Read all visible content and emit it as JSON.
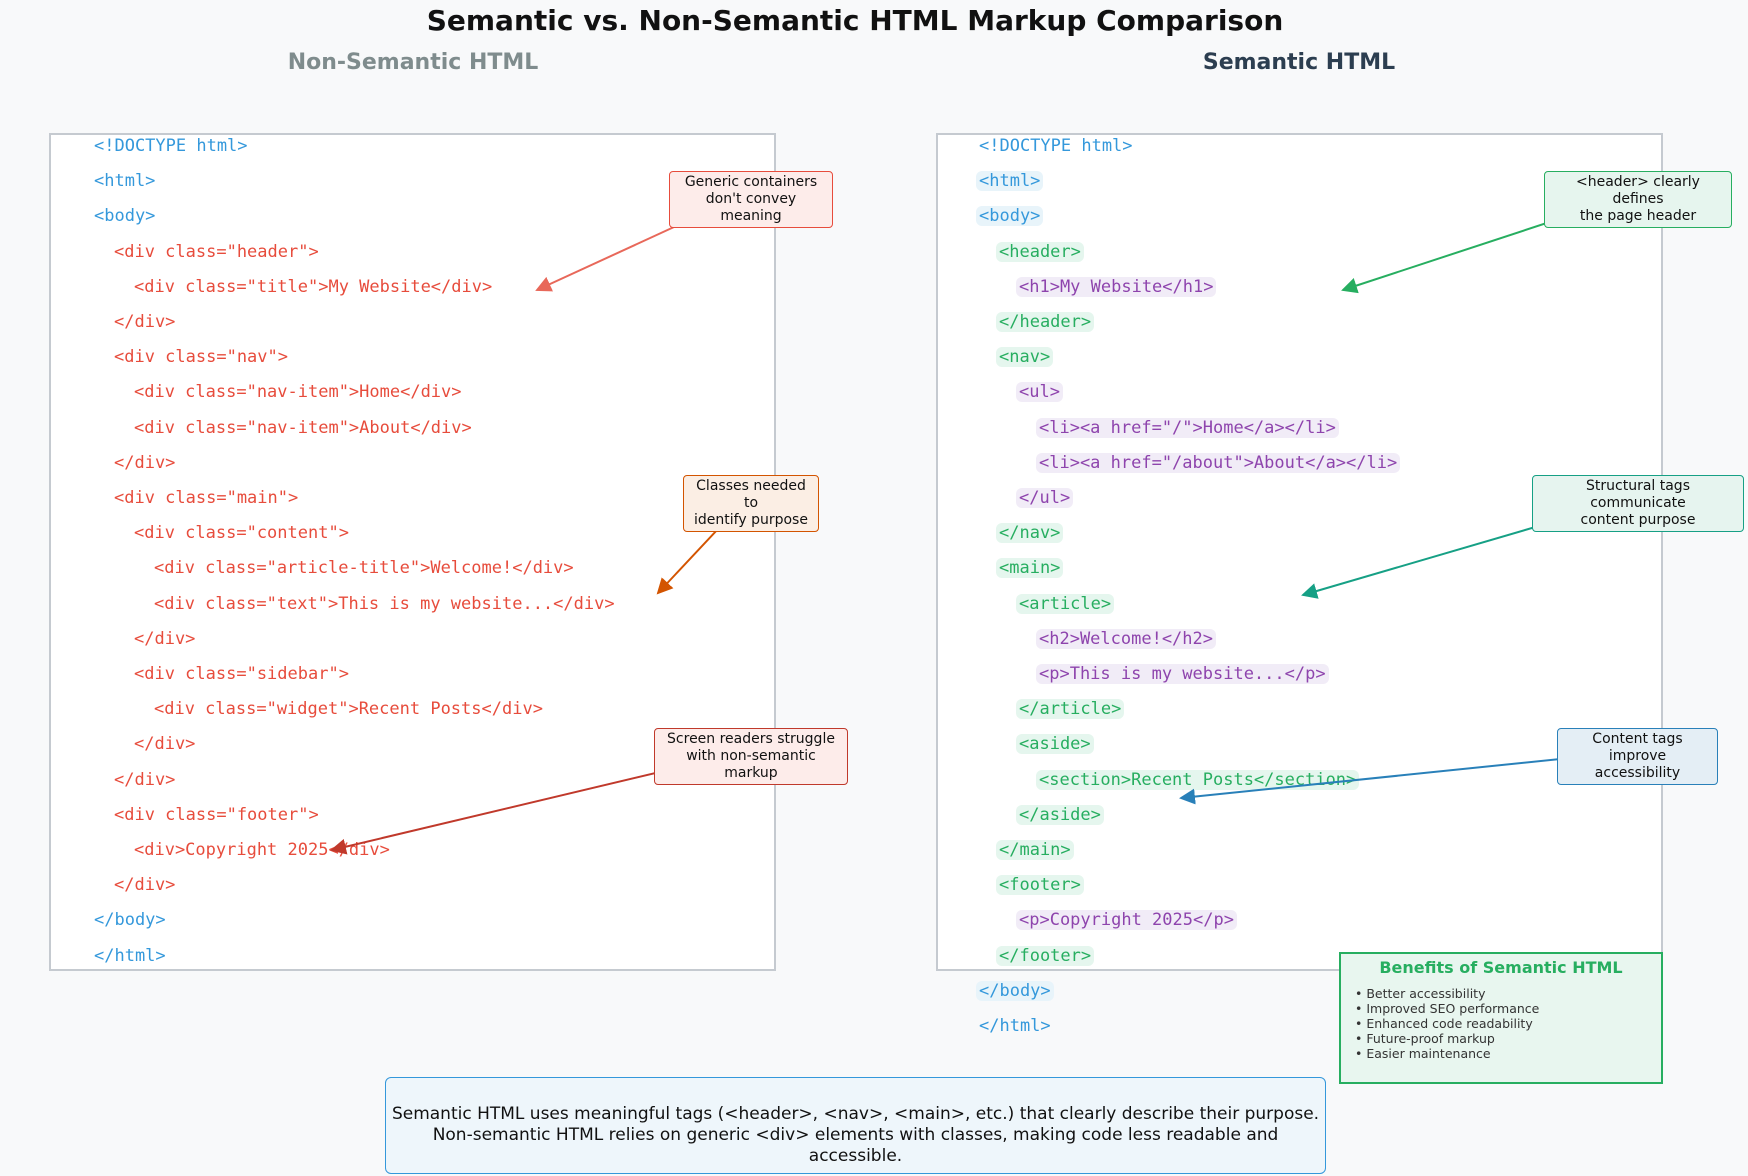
{
  "title": "Semantic vs. Non-Semantic HTML Markup Comparison",
  "left_heading": "Non-Semantic HTML",
  "right_heading": "Semantic HTML",
  "non_semantic_code": [
    {
      "text": "<!DOCTYPE html>",
      "indent": 0,
      "color": "blue"
    },
    {
      "text": "<html>",
      "indent": 0,
      "color": "blue"
    },
    {
      "text": "<body>",
      "indent": 0,
      "color": "blue"
    },
    {
      "text": "<div class=\"header\">",
      "indent": 1,
      "color": "red"
    },
    {
      "text": "<div class=\"title\">My Website</div>",
      "indent": 2,
      "color": "red"
    },
    {
      "text": "</div>",
      "indent": 1,
      "color": "red"
    },
    {
      "text": "<div class=\"nav\">",
      "indent": 1,
      "color": "red"
    },
    {
      "text": "<div class=\"nav-item\">Home</div>",
      "indent": 2,
      "color": "red"
    },
    {
      "text": "<div class=\"nav-item\">About</div>",
      "indent": 2,
      "color": "red"
    },
    {
      "text": "</div>",
      "indent": 1,
      "color": "red"
    },
    {
      "text": "<div class=\"main\">",
      "indent": 1,
      "color": "red"
    },
    {
      "text": "<div class=\"content\">",
      "indent": 2,
      "color": "red"
    },
    {
      "text": "<div class=\"article-title\">Welcome!</div>",
      "indent": 3,
      "color": "red"
    },
    {
      "text": "<div class=\"text\">This is my website...</div>",
      "indent": 3,
      "color": "red"
    },
    {
      "text": "</div>",
      "indent": 2,
      "color": "red"
    },
    {
      "text": "<div class=\"sidebar\">",
      "indent": 2,
      "color": "red"
    },
    {
      "text": "<div class=\"widget\">Recent Posts</div>",
      "indent": 3,
      "color": "red"
    },
    {
      "text": "</div>",
      "indent": 2,
      "color": "red"
    },
    {
      "text": "</div>",
      "indent": 1,
      "color": "red"
    },
    {
      "text": "<div class=\"footer\">",
      "indent": 1,
      "color": "red"
    },
    {
      "text": "<div>Copyright 2025</div>",
      "indent": 2,
      "color": "red"
    },
    {
      "text": "</div>",
      "indent": 1,
      "color": "red"
    },
    {
      "text": "</body>",
      "indent": 0,
      "color": "blue"
    },
    {
      "text": "</html>",
      "indent": 0,
      "color": "blue"
    }
  ],
  "semantic_code": [
    {
      "text": "<!DOCTYPE html>",
      "indent": 0,
      "color": "blue",
      "highlight": false
    },
    {
      "text": "<html>",
      "indent": 0,
      "color": "blue",
      "highlight": true
    },
    {
      "text": "<body>",
      "indent": 0,
      "color": "blue",
      "highlight": true
    },
    {
      "text": "<header>",
      "indent": 1,
      "color": "green",
      "highlight": true
    },
    {
      "text": "<h1>My Website</h1>",
      "indent": 2,
      "color": "purple",
      "highlight": true
    },
    {
      "text": "</header>",
      "indent": 1,
      "color": "green",
      "highlight": true
    },
    {
      "text": "<nav>",
      "indent": 1,
      "color": "green",
      "highlight": true
    },
    {
      "text": "<ul>",
      "indent": 2,
      "color": "purple",
      "highlight": true
    },
    {
      "text": "<li><a href=\"/\">Home</a></li>",
      "indent": 3,
      "color": "purple",
      "highlight": true
    },
    {
      "text": "<li><a href=\"/about\">About</a></li>",
      "indent": 3,
      "color": "purple",
      "highlight": true
    },
    {
      "text": "</ul>",
      "indent": 2,
      "color": "purple",
      "highlight": true
    },
    {
      "text": "</nav>",
      "indent": 1,
      "color": "green",
      "highlight": true
    },
    {
      "text": "<main>",
      "indent": 1,
      "color": "green",
      "highlight": true
    },
    {
      "text": "<article>",
      "indent": 2,
      "color": "green",
      "highlight": true
    },
    {
      "text": "<h2>Welcome!</h2>",
      "indent": 3,
      "color": "purple",
      "highlight": true
    },
    {
      "text": "<p>This is my website...</p>",
      "indent": 3,
      "color": "purple",
      "highlight": true
    },
    {
      "text": "</article>",
      "indent": 2,
      "color": "green",
      "highlight": true
    },
    {
      "text": "<aside>",
      "indent": 2,
      "color": "green",
      "highlight": true
    },
    {
      "text": "<section>Recent Posts</section>",
      "indent": 3,
      "color": "green",
      "highlight": true
    },
    {
      "text": "</aside>",
      "indent": 2,
      "color": "green",
      "highlight": true
    },
    {
      "text": "</main>",
      "indent": 1,
      "color": "green",
      "highlight": true
    },
    {
      "text": "<footer>",
      "indent": 1,
      "color": "green",
      "highlight": true
    },
    {
      "text": "<p>Copyright 2025</p>",
      "indent": 2,
      "color": "purple",
      "highlight": true
    },
    {
      "text": "</footer>",
      "indent": 1,
      "color": "green",
      "highlight": true
    },
    {
      "text": "</body>",
      "indent": 0,
      "color": "blue",
      "highlight": true
    },
    {
      "text": "</html>",
      "indent": 0,
      "color": "blue",
      "highlight": false
    }
  ],
  "callouts": {
    "generic_containers": {
      "lines": [
        "Generic containers",
        "don't convey meaning"
      ]
    },
    "classes_needed": {
      "lines": [
        "Classes needed to",
        "identify purpose"
      ]
    },
    "screen_readers": {
      "lines": [
        "Screen readers struggle",
        "with non-semantic markup"
      ]
    },
    "header_defines": {
      "lines": [
        "<header> clearly defines",
        "the page header"
      ]
    },
    "structural_tags": {
      "lines": [
        "Structural tags communicate",
        "content purpose"
      ]
    },
    "content_tags": {
      "lines": [
        "Content tags improve",
        "accessibility"
      ]
    }
  },
  "benefits": {
    "title": "Benefits of Semantic HTML",
    "items": [
      "• Better accessibility",
      "• Improved SEO performance",
      "• Enhanced code readability",
      "• Future-proof markup",
      "• Easier maintenance"
    ]
  },
  "summary": {
    "line1": "Semantic HTML uses meaningful tags (<header>, <nav>, <main>, etc.) that clearly describe their purpose.",
    "line2": "Non-semantic HTML relies on generic <div> elements with classes, making code less readable and accessible."
  },
  "colors": {
    "blue": "#3498db",
    "red": "#e74c3c",
    "green": "#27ae60",
    "purple": "#8e44ad"
  }
}
